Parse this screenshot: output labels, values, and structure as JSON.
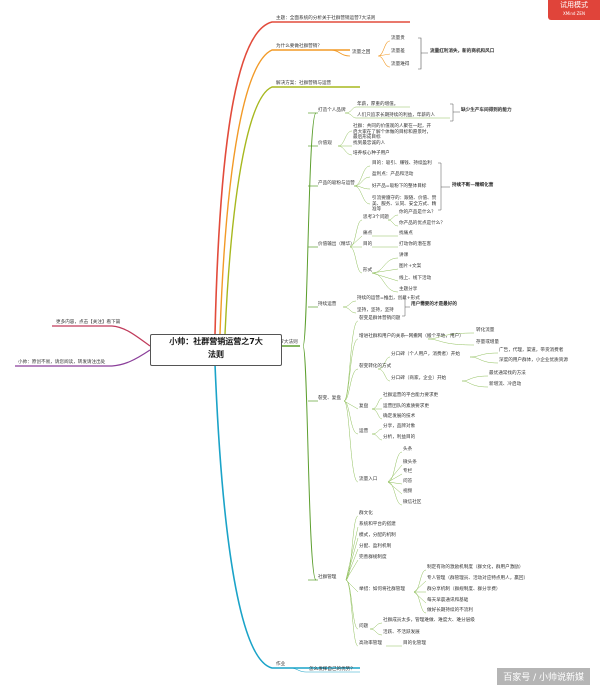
{
  "badge": {
    "main": "试用模式",
    "sub": "XMind ZEN"
  },
  "watermark": "百家号 / 小帅说新媒",
  "root": {
    "line1": "小帅：社群营销运营之7大",
    "line2": "法则"
  },
  "left": {
    "follow": "更多内容，点击【关注】看下篇",
    "share": "小帅：原创不易，请您阅读，转发请注出处"
  },
  "top": {
    "subject": "主题：全面系统的分析关于社群营销运营7大法则",
    "why": "为什么要做社群营销？",
    "traffic": "流量之困",
    "traffic_items": [
      "流量贵",
      "流量差",
      "流量难得"
    ],
    "traffic_box": "流量红利消失，新的商机和风口",
    "solution": "解决方案：社群营销与运营"
  },
  "seven": {
    "label": "7大法则",
    "s1": {
      "label": "打造个人品牌",
      "a": "年薪，厚重的增值。",
      "b": "人们只追求长期持续的利益，年薪的人",
      "box": "缺少生产车间得到的能力"
    },
    "s2": {
      "label": "价值观",
      "a": "社群：共同的价值观的人聚在一起，开启大家在了解个体做的目标和愿景时，最后形成目标",
      "b": "找到最忠诚的人",
      "c": "培养核心种子用户"
    },
    "s3": {
      "label": "产品的吸粉与运营",
      "a": "目的：吸引、赚钱、持续盈利",
      "b": "盈利点：产品和活动",
      "c": "好产品=吸粉下的整体目标",
      "d": "引流要遵守的：跟随、价值、赞美、服务、认同、安全方式、精准等",
      "box": "持续不断—精细化营"
    },
    "s4": {
      "label": "价值输出（精华）",
      "a": "思考3个问题",
      "a1": "你的产品是什么？",
      "a2": "你产品的优点是什么？",
      "b": "痛点",
      "b1": "找痛点",
      "c": "目的",
      "c1": "打动你的潜在客",
      "d": "形式",
      "d1": "讲课",
      "d2": "图片+文案",
      "d3": "线上、线下活动",
      "d4": "主题分享"
    },
    "s5": {
      "label": "持续运营",
      "a": "持续的运营=推出，创意+形式",
      "b": "坚持，坚持，坚持",
      "box": "用户需要的才是最好的"
    },
    "s6": {
      "label": "裂变、复盘",
      "a": "裂变是群体营销问题",
      "b": "增进社群和用户的关系",
      "b1": "一网撒网（搬个平地，用户）",
      "b1a": "转化流量",
      "b1b": "存量或增量",
      "c": "裂变转化的方式",
      "c1": "分口碑（个人用户，消费者）开始",
      "c1a": "广告，代理，渠道，带货消费者",
      "c1b": "深度的用户群体，小企业优质资源",
      "c2": "分口碑（商家，企业）开始",
      "c2a": "最优通常找的方法",
      "c2b": "新增流、冷启动",
      "d": "复盘",
      "d1": "社群运营的平台能力要求更",
      "d2": "运营团队的素质要求更",
      "d3": "确定发展的技术",
      "e": "运营",
      "e1": "分享，品牌对象",
      "e2": "分析，利益目的",
      "f": "流量入口",
      "f_items": [
        "头条",
        "微头条",
        "专栏",
        "问答",
        "视频",
        "微信社区"
      ]
    },
    "s7": {
      "label": "社群管理",
      "a": "群文化",
      "b": "系统和平台的搭建",
      "c": "模式，分配的机制",
      "d": "分配、盈利机制",
      "e": "完善群规制度",
      "f": "举措：如何将社群管理",
      "f1": "制定有效的激励机制度（群文化，群用户激励）",
      "f2": "专人管理（群管理员、活动对应特点用人，赢回）",
      "f3": "群分享机制（群规制度、群分享费）",
      "f4": "每天早晨通讯和基础",
      "f5": "做好长期持续的不流利",
      "g": "问题",
      "g1": "社群成员太多，管理难做、难度大、难分层级",
      "g2": "活跃、不活跃发展",
      "h": "高效率管理",
      "h1": "目的化管理"
    }
  },
  "homework": {
    "label": "作业",
    "item": "怎么发挥自己的优势？"
  }
}
